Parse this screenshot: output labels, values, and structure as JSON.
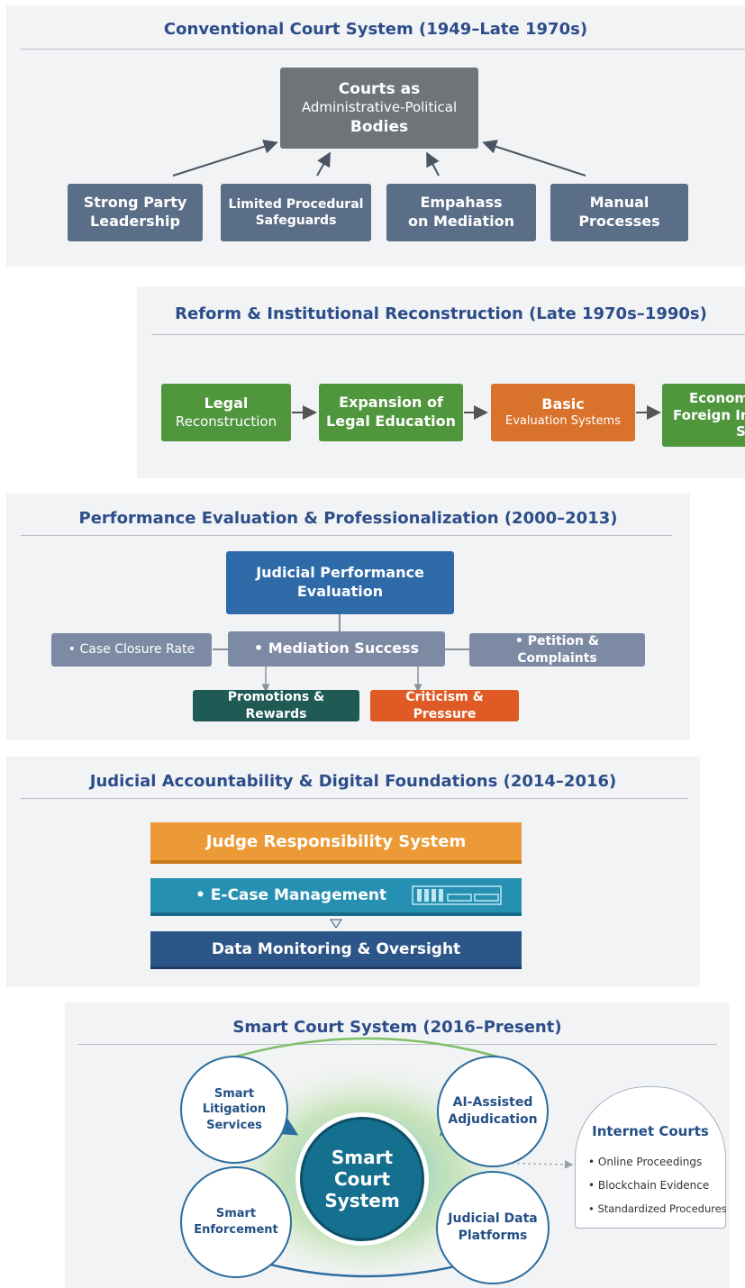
{
  "s1": {
    "title": "Conventional Court System (1949–Late 1970s)",
    "top": [
      "Courts as",
      "Administrative-Political",
      "Bodies"
    ],
    "boxes": [
      [
        "Strong Party",
        "Leadership"
      ],
      [
        "Limited Procedural",
        "Safeguards"
      ],
      [
        "Empahass",
        "on Mediation"
      ],
      [
        "Manual",
        "Processes"
      ]
    ]
  },
  "s2": {
    "title": "Reform & Institutional Reconstruction (Late 1970s–1990s)",
    "boxes": [
      [
        "Legal",
        "Reconstruction"
      ],
      [
        "Expansion of",
        "Legal Education"
      ],
      [
        "Basic",
        "Evaluation Systems"
      ],
      [
        "Econom",
        "Foreign Inv",
        "Supp"
      ]
    ]
  },
  "s3": {
    "title": "Performance Evaluation & Professionalization (2000–2013)",
    "top": [
      "Judicial Performance",
      "Evaluation"
    ],
    "metrics": [
      "• Case Closure Rate",
      "• Mediation Success",
      "• Petition & Complaints"
    ],
    "outcomes": [
      "Promotions & Rewards",
      "Criticism & Pressure"
    ]
  },
  "s4": {
    "title": "Judicial Accountability & Digital Foundations (2014–2016)",
    "layers": [
      "Judge Responsibility System",
      "• E-Case Management",
      "Data Monitoring & Oversight"
    ],
    "icon": "server-rack-icon"
  },
  "s5": {
    "title": "Smart Court System (2016–Present)",
    "center": [
      "Smart",
      "Court",
      "System"
    ],
    "nodes": [
      [
        "Smart",
        "Litigation",
        "Services"
      ],
      [
        "AI-Assisted",
        "Adjudication"
      ],
      [
        "Smart",
        "Enforcement"
      ],
      [
        "Judicial Data",
        "Platforms"
      ]
    ],
    "internet": {
      "title": "Internet Courts",
      "items": [
        "• Online Proceedings",
        "• Blockchain Evidence",
        "• Standardized Procedures"
      ]
    }
  }
}
